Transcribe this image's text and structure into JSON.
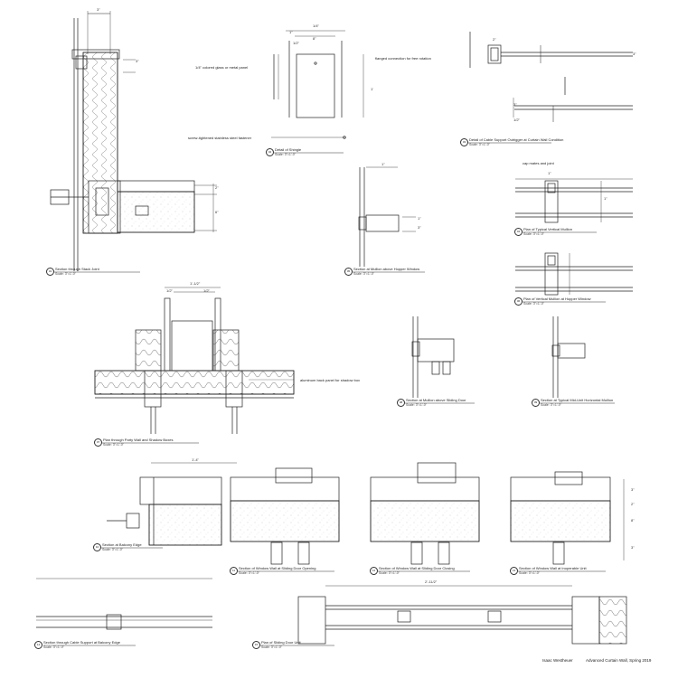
{
  "sheet": {
    "footer_author": "Isaac Westheuer",
    "footer_course": "Advanced Curtain Wall, Spring 2019"
  },
  "details": [
    {
      "num": "01",
      "title": "Section through Stack Joint",
      "scale": "Scale: 3\"=1'-0\""
    },
    {
      "num": "02",
      "title": "Detail of Shingle",
      "scale": "Scale: 3\"=1'-0\""
    },
    {
      "num": "03",
      "title": "Detail of Cable Support Outrigger at Curtain Wall Condition",
      "scale": "Scale: 3\"=1'-0\""
    },
    {
      "num": "04",
      "title": "Plan of Typical Vertical Mullion",
      "scale": "Scale: 3\"=1'-0\""
    },
    {
      "num": "05",
      "title": "Section at Mullion above Hopper Window",
      "scale": "Scale: 3\"=1'-0\""
    },
    {
      "num": "06",
      "title": "Plan of Vertical Mullion at Hopper Window",
      "scale": "Scale: 3\"=1'-0\""
    },
    {
      "num": "07",
      "title": "Plan through Party Wall and Shadow Boxes",
      "scale": "Scale: 3\"=1'-0\""
    },
    {
      "num": "08",
      "title": "Section at Mullion above Sliding Door",
      "scale": "Scale: 3\"=1'-0\""
    },
    {
      "num": "09",
      "title": "Section at Typical Mid-Unit Horizontal Mullion",
      "scale": "Scale: 3\"=1'-0\""
    },
    {
      "num": "10",
      "title": "Section at Balcony Edge",
      "scale": "Scale: 3\"=1'-0\""
    },
    {
      "num": "11",
      "title": "Section of Window Wall at Sliding Door Opening",
      "scale": "Scale: 3\"=1'-0\""
    },
    {
      "num": "12",
      "title": "Section of Window Wall at Sliding Door Closing",
      "scale": "Scale: 3\"=1'-0\""
    },
    {
      "num": "13",
      "title": "Section of Window Wall at Inoperable Unit",
      "scale": "Scale: 3\"=1'-0\""
    },
    {
      "num": "14",
      "title": "Section through Cable Support at Balcony Edge",
      "scale": "Scale: 3\"=1'-0\""
    },
    {
      "num": "15",
      "title": "Plan of Sliding Door Unit",
      "scale": "Scale: 3\"=1'-0\""
    }
  ],
  "annotations": {
    "shingle_glass": "1/4\" colored glass or metal panel",
    "shingle_flanged": "flanged connection for free rotation",
    "shingle_fastener": "screw-tightened stainless steel fastener",
    "mullion_cap": "cap mates and joint",
    "party_wall_panel": "aluminum back panel for shadow box"
  },
  "dimensions": {
    "d01_top": "3\"",
    "d01_a": "3\"",
    "d01_b": "2\"",
    "d01_c": "6\"",
    "d02_a": "1/4\"",
    "d02_b": "1\"",
    "d02_c": "8\"",
    "d02_d": "1'",
    "d02_e": "1/2\"",
    "d03_a": "2\"",
    "d03_b": "3\"",
    "d03_c": "3\"",
    "d03_d": "1/2\"",
    "d04_a": "1\"",
    "d04_b": "1\"",
    "d05_a": "1\"",
    "d05_b": "1\"",
    "d05_c": "3\"",
    "d07_a": "1'-1/2\"",
    "d07_b": "1/2\"",
    "d07_c": "1/2\"",
    "d07_d": "1'-4\"",
    "d13_a": "3\"",
    "d13_b": "2\"",
    "d13_c": "8\"",
    "d13_d": "3\"",
    "d15_a": "2'-11/2\""
  }
}
